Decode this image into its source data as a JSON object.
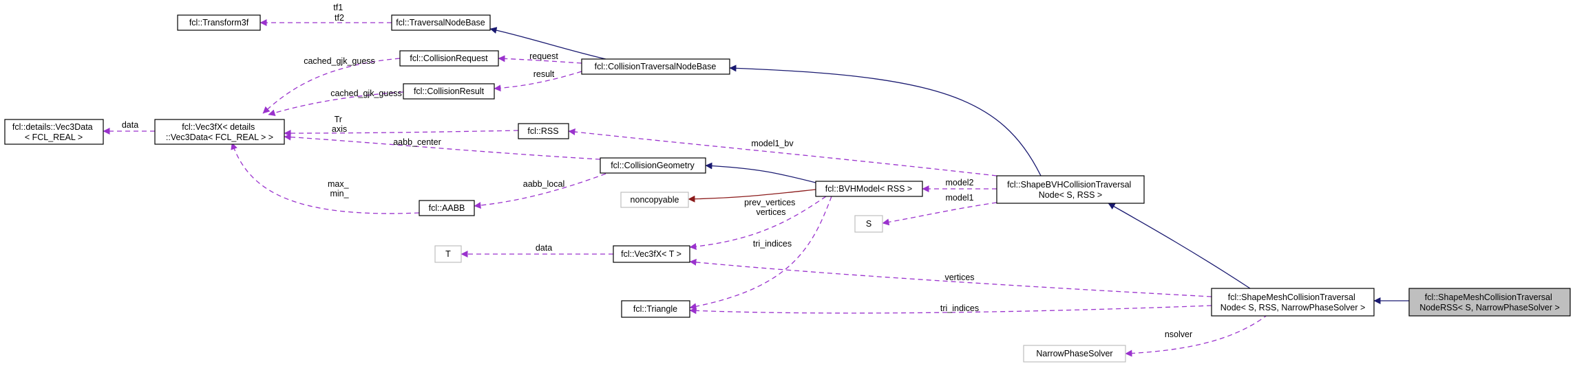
{
  "nodes": {
    "transform3f": {
      "lines": [
        "fcl::Transform3f"
      ]
    },
    "traversalNodeBase": {
      "lines": [
        "fcl::TraversalNodeBase"
      ]
    },
    "collisionRequest": {
      "lines": [
        "fcl::CollisionRequest"
      ]
    },
    "collisionResult": {
      "lines": [
        "fcl::CollisionResult"
      ]
    },
    "collisionTraversalNodeBase": {
      "lines": [
        "fcl::CollisionTraversalNodeBase"
      ]
    },
    "vec3Data": {
      "lines": [
        "fcl::details::Vec3Data",
        "< FCL_REAL >"
      ]
    },
    "vec3fxDetails": {
      "lines": [
        "fcl::Vec3fX< details",
        "::Vec3Data< FCL_REAL > >"
      ]
    },
    "rss": {
      "lines": [
        "fcl::RSS"
      ]
    },
    "collisionGeometry": {
      "lines": [
        "fcl::CollisionGeometry"
      ]
    },
    "aabb": {
      "lines": [
        "fcl::AABB"
      ]
    },
    "noncopyable": {
      "lines": [
        "noncopyable"
      ]
    },
    "bvhModel": {
      "lines": [
        "fcl::BVHModel< RSS >"
      ]
    },
    "shapeBVH": {
      "lines": [
        "fcl::ShapeBVHCollisionTraversal",
        "Node< S, RSS >"
      ]
    },
    "s": {
      "lines": [
        "S"
      ]
    },
    "t": {
      "lines": [
        "T"
      ]
    },
    "vec3fxT": {
      "lines": [
        "fcl::Vec3fX< T >"
      ]
    },
    "triangle": {
      "lines": [
        "fcl::Triangle"
      ]
    },
    "shapeMesh": {
      "lines": [
        "fcl::ShapeMeshCollisionTraversal",
        "Node< S, RSS, NarrowPhaseSolver >"
      ]
    },
    "narrowPhaseSolver": {
      "lines": [
        "NarrowPhaseSolver"
      ]
    },
    "shapeMeshRSS": {
      "lines": [
        "fcl::ShapeMeshCollisionTraversal",
        "NodeRSS< S, NarrowPhaseSolver >"
      ]
    }
  },
  "edges": {
    "tf": [
      "tf1",
      "tf2"
    ],
    "request": [
      "request"
    ],
    "result": [
      "result"
    ],
    "cached1": [
      "cached_gjk_guess"
    ],
    "cached2": [
      "cached_gjk_guess"
    ],
    "data_vec": [
      "data"
    ],
    "tr_axis": [
      "Tr",
      "axis"
    ],
    "aabb_center": [
      "aabb_center"
    ],
    "max_min": [
      "max_",
      "min_"
    ],
    "aabb_local": [
      "aabb_local"
    ],
    "model1_bv": [
      "model1_bv"
    ],
    "model2": [
      "model2"
    ],
    "model1": [
      "model1"
    ],
    "prev_vertices": [
      "prev_vertices",
      "vertices"
    ],
    "tri_indices1": [
      "tri_indices"
    ],
    "data_t": [
      "data"
    ],
    "vertices": [
      "vertices"
    ],
    "tri_indices2": [
      "tri_indices"
    ],
    "nsolver": [
      "nsolver"
    ]
  },
  "colors": {
    "inheritance": "#191970",
    "usage": "#9a32cd",
    "private_inheritance": "#8b1a1a",
    "external_border": "#bfbfbf",
    "focus_fill": "#bfbfbf"
  }
}
